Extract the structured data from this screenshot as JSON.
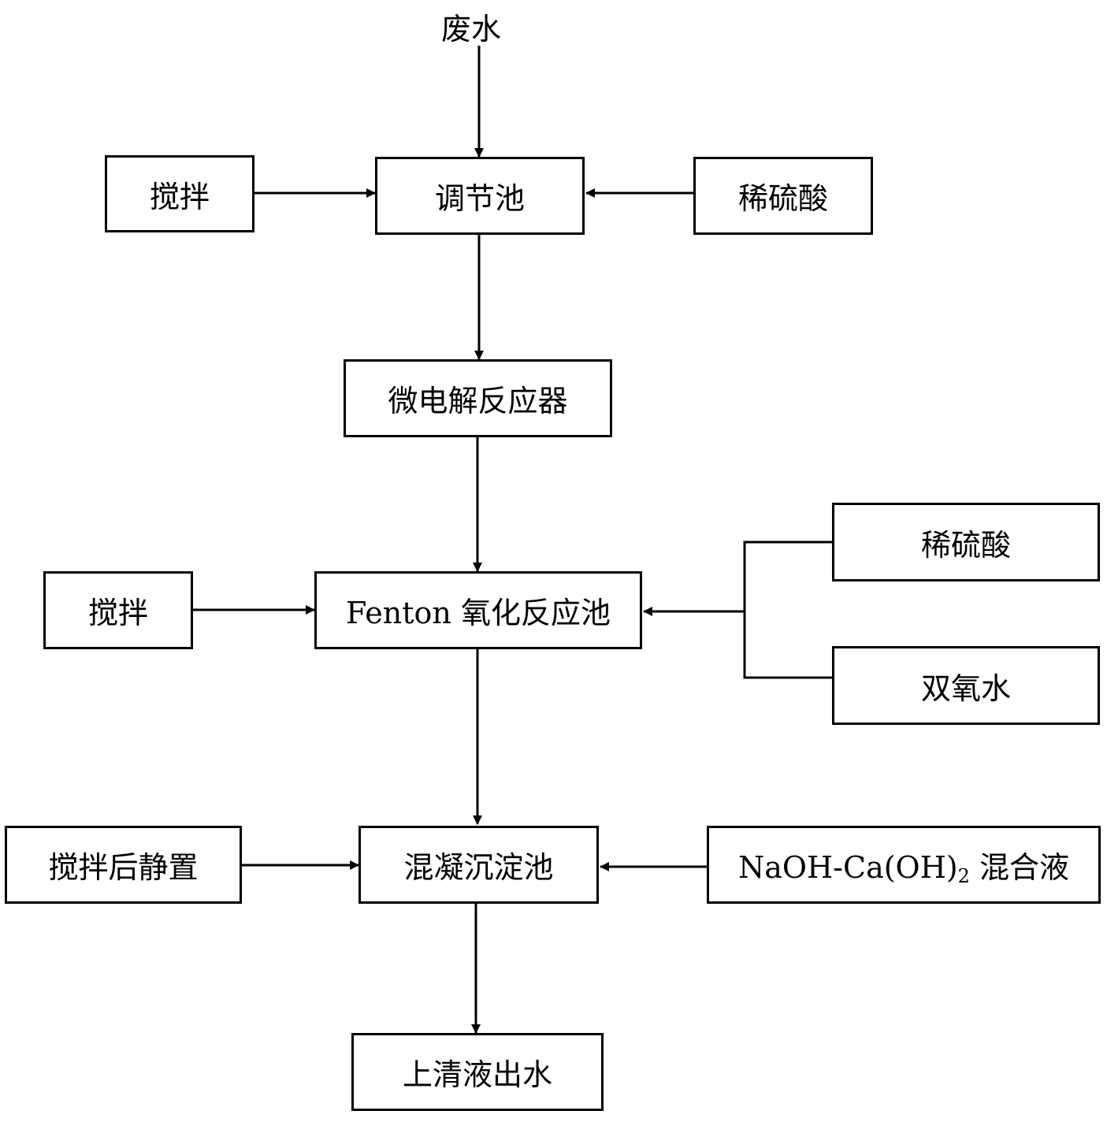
{
  "nodes": {
    "wastewater": "废水",
    "stir_1": "搅拌",
    "regulating_tank": "调节池",
    "dilute_acid_1": "稀硫酸",
    "micro_electrolysis_reactor": "微电解反应器",
    "stir_2": "搅拌",
    "fenton_tank": "Fenton 氧化反应池",
    "dilute_acid_2": "稀硫酸",
    "hydrogen_peroxide": "双氧水",
    "stir_settle": "搅拌后静置",
    "coagulation_tank": "混凝沉淀池",
    "mixed_solution": {
      "prefix": "NaOH-Ca(OH)",
      "subscript": "2",
      "suffix": " 混合液"
    },
    "supernatant_effluent": "上清液出水"
  }
}
